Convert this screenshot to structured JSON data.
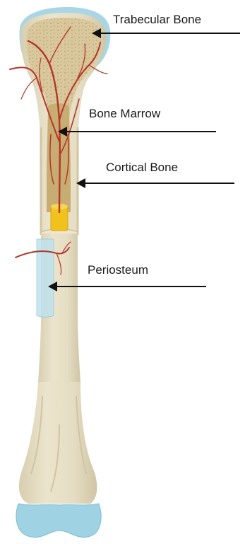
{
  "labels": {
    "trabecular": "Trabecular Bone",
    "marrow": "Bone Marrow",
    "cortical": "Cortical Bone",
    "periosteum": "Periosteum"
  },
  "colors": {
    "bone_shaft": "#e8dfc4",
    "bone_shadow": "#d6ccae",
    "trabecular": "#d8c79a",
    "marrow_canal": "#c9b07a",
    "vessel": "#b5352a",
    "cartilage": "#9fd2e3",
    "periosteum": "#bfe0ec",
    "marker": "#f0c020",
    "text": "#1a1a1a"
  },
  "icons": [
    "arrow-left-icon"
  ]
}
